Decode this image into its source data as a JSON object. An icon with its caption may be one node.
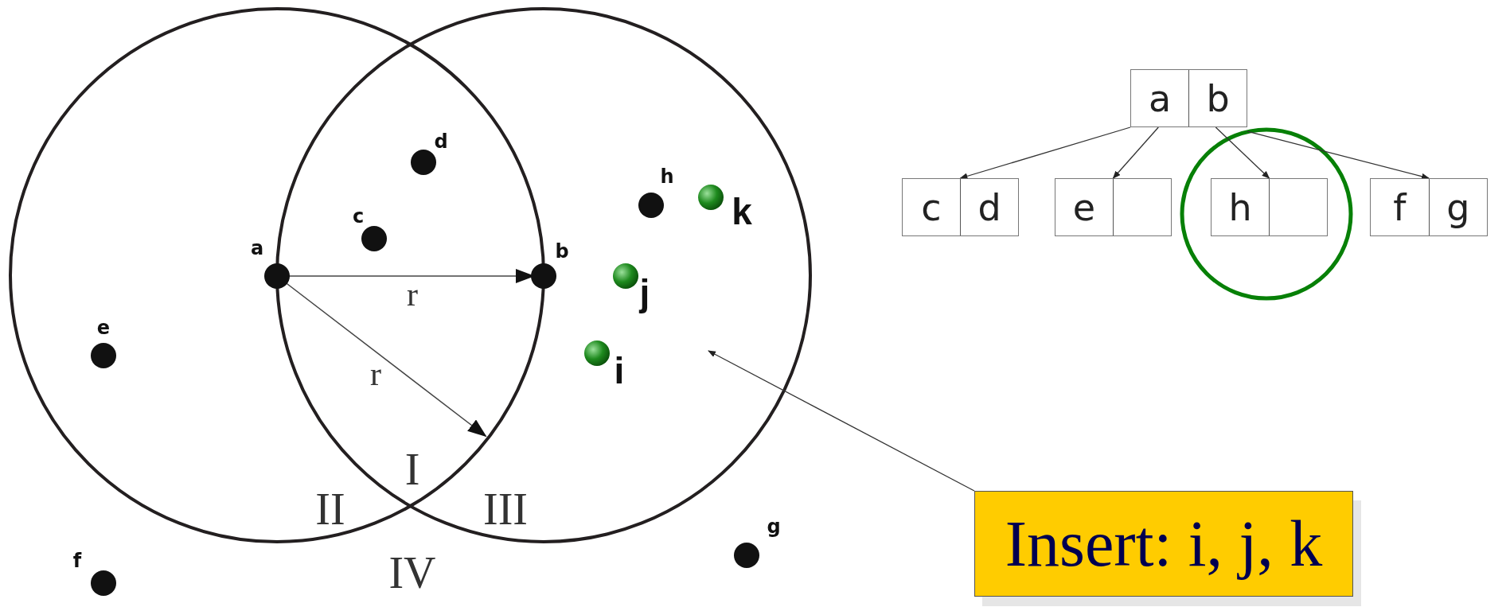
{
  "diagram": {
    "nodes": [
      {
        "text": [
          "a",
          "b"
        ]
      },
      {
        "text": [
          "c",
          "d"
        ]
      },
      {
        "text": [
          "e"
        ]
      },
      {
        "text": [
          "h"
        ]
      },
      {
        "text": [
          "f",
          "g"
        ]
      },
      {
        "text": [
          "Insert: i, j, k"
        ]
      }
    ],
    "edges": [
      {
        "from": 0,
        "to": 1,
        "arrow": "to"
      },
      {
        "from": 0,
        "to": 2,
        "arrow": "to"
      },
      {
        "from": 0,
        "to": 3,
        "arrow": "to"
      },
      {
        "from": 0,
        "to": 4,
        "arrow": "to"
      },
      {
        "from": 5,
        "to": null,
        "arrow": "to"
      }
    ],
    "labels": [
      "d",
      "h",
      "k",
      "c",
      "a",
      "b",
      "j",
      "r",
      "e",
      "i",
      "r",
      "I",
      "II",
      "III",
      "g",
      "f",
      "IV"
    ]
  }
}
